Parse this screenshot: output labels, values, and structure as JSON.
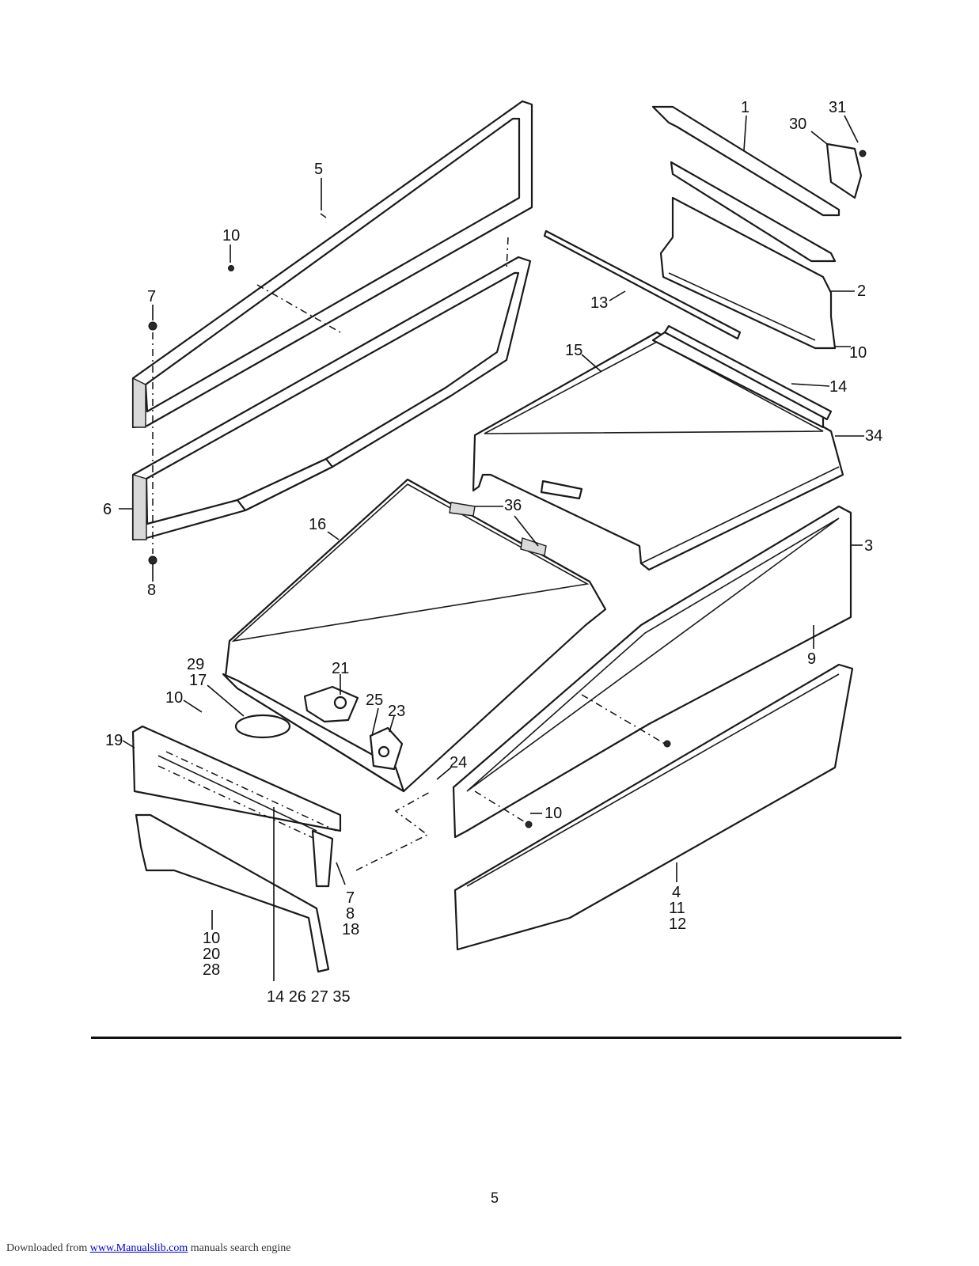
{
  "diagram": {
    "callouts": {
      "c1": "1",
      "c31": "31",
      "c30": "30",
      "c2": "2",
      "c10_panel": "10",
      "c5": "5",
      "c10_left": "10",
      "c13": "13",
      "c7_top": "7",
      "c15": "15",
      "c14_top": "14",
      "c34": "34",
      "c6": "6",
      "c36": "36",
      "c16": "16",
      "c3": "3",
      "c8_bottom": "8",
      "c9": "9",
      "c29": "29",
      "c17": "17",
      "c21": "21",
      "c10_front": "10",
      "c25": "25",
      "c23": "23",
      "c19": "19",
      "c24": "24",
      "c10_right": "10",
      "c7_front": "7",
      "c8_front": "8",
      "c18": "18",
      "c4": "4",
      "c11": "11",
      "c12": "12",
      "c10_base": "10",
      "c20": "20",
      "c28": "28",
      "c14_group": "14 26 27 35"
    }
  },
  "page_number": "5",
  "footer": {
    "prefix": "Downloaded from ",
    "link_text": "www.Manualslib.com",
    "suffix": " manuals search engine"
  }
}
